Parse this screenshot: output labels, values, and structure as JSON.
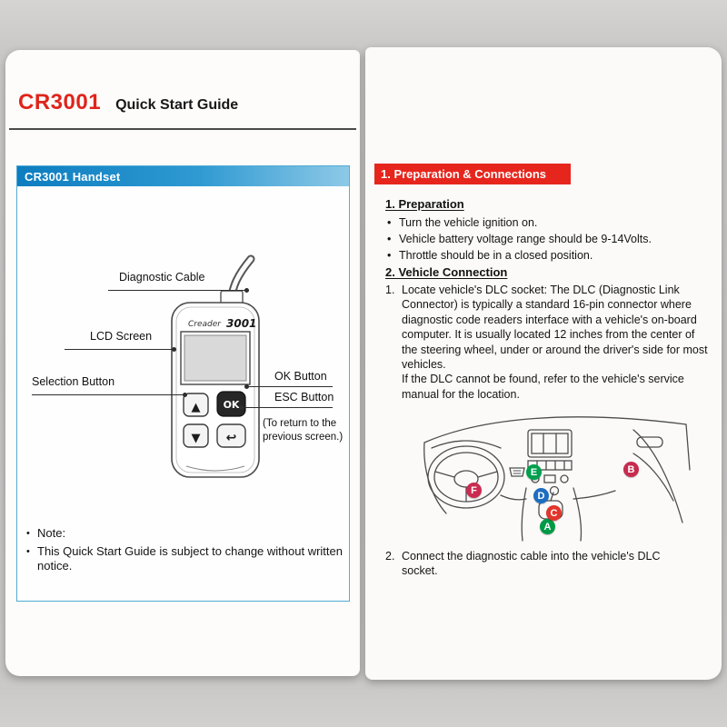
{
  "left": {
    "header": {
      "model": "CR3001",
      "title": "Quick Start Guide"
    },
    "handset_box": {
      "title": "CR3001 Handset",
      "callouts": {
        "diagnostic_cable": "Diagnostic Cable",
        "lcd_screen": "LCD Screen",
        "selection_button": "Selection Button",
        "ok_button": "OK Button",
        "esc_button": "ESC Button",
        "esc_note": "(To return to the previous screen.)"
      },
      "device": {
        "brand": "Creader",
        "model": "3001",
        "keys": {
          "up": "▲",
          "ok": "OK",
          "down": "▼",
          "esc": "↩"
        }
      },
      "notes": [
        "Note:",
        "This Quick Start Guide is subject to change without written notice."
      ]
    }
  },
  "right": {
    "banner": "1. Preparation & Connections",
    "preparation": {
      "heading": "1. Preparation",
      "bullets": [
        "Turn the vehicle ignition on.",
        "Vehicle battery voltage range should be 9-14Volts.",
        "Throttle should be in a closed position."
      ]
    },
    "vehicle_connection": {
      "heading": "2. Vehicle Connection",
      "step1_number": "1.",
      "step1_text": "Locate vehicle's DLC socket: The DLC (Diagnostic Link Connector) is typically a standard 16-pin connector where diagnostic code readers interface with a vehicle's on-board computer. It is usually located 12 inches from the center of the steering wheel, under or around the driver's side for most vehicles.",
      "step1_note": "If the DLC cannot be found, refer to the vehicle's service manual for the location.",
      "badges": [
        {
          "label": "A",
          "color": "#009a47"
        },
        {
          "label": "B",
          "color": "#c72b4e"
        },
        {
          "label": "C",
          "color": "#e2352b"
        },
        {
          "label": "D",
          "color": "#1d6dc1"
        },
        {
          "label": "E",
          "color": "#00a04e"
        },
        {
          "label": "F",
          "color": "#cb2b50"
        }
      ],
      "step2_number": "2.",
      "step2_text": "Connect the diagnostic cable into the vehicle's DLC socket."
    }
  }
}
